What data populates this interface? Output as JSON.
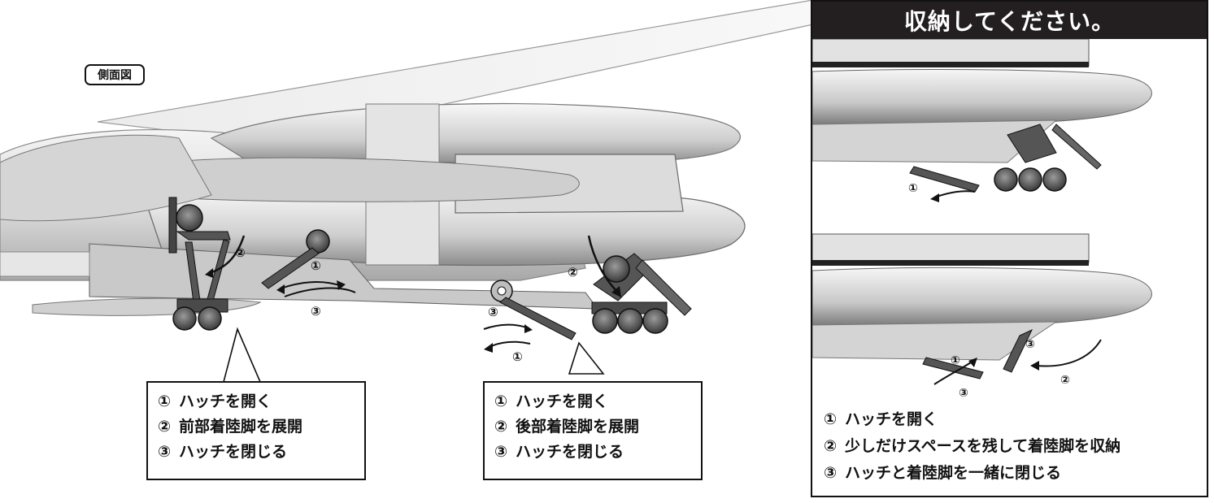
{
  "side_view_label": "側面図",
  "inset": {
    "header": "収納してください。",
    "steps": [
      {
        "num": "①",
        "text": "ハッチを開く"
      },
      {
        "num": "②",
        "text": "少しだけスペースを残して着陸脚を収納"
      },
      {
        "num": "③",
        "text": "ハッチと着陸脚を一緒に閉じる"
      }
    ]
  },
  "front_callout": {
    "steps": [
      {
        "num": "①",
        "text": "ハッチを開く"
      },
      {
        "num": "②",
        "text": "前部着陸脚を展開"
      },
      {
        "num": "③",
        "text": "ハッチを閉じる"
      }
    ]
  },
  "rear_callout": {
    "steps": [
      {
        "num": "①",
        "text": "ハッチを開く"
      },
      {
        "num": "②",
        "text": "後部着陸脚を展開"
      },
      {
        "num": "③",
        "text": "ハッチを閉じる"
      }
    ]
  },
  "markers": {
    "one": "①",
    "two": "②",
    "three": "③"
  }
}
